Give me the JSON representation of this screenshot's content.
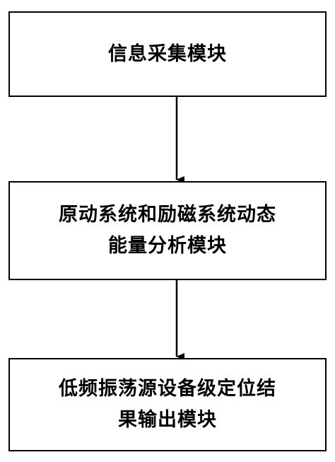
{
  "diagram": {
    "nodes": [
      {
        "id": "box-1",
        "lines": [
          "信息采集模块"
        ]
      },
      {
        "id": "box-2",
        "lines": [
          "原动系统和励磁系统动态",
          "能量分析模块"
        ]
      },
      {
        "id": "box-3",
        "lines": [
          "低频振荡源设备级定位结",
          "果输出模块"
        ]
      }
    ],
    "edges": [
      {
        "from": "box-1",
        "to": "box-2"
      },
      {
        "from": "box-2",
        "to": "box-3"
      }
    ],
    "colors": {
      "stroke": "#000000",
      "fill": "#ffffff",
      "text": "#000000"
    }
  }
}
